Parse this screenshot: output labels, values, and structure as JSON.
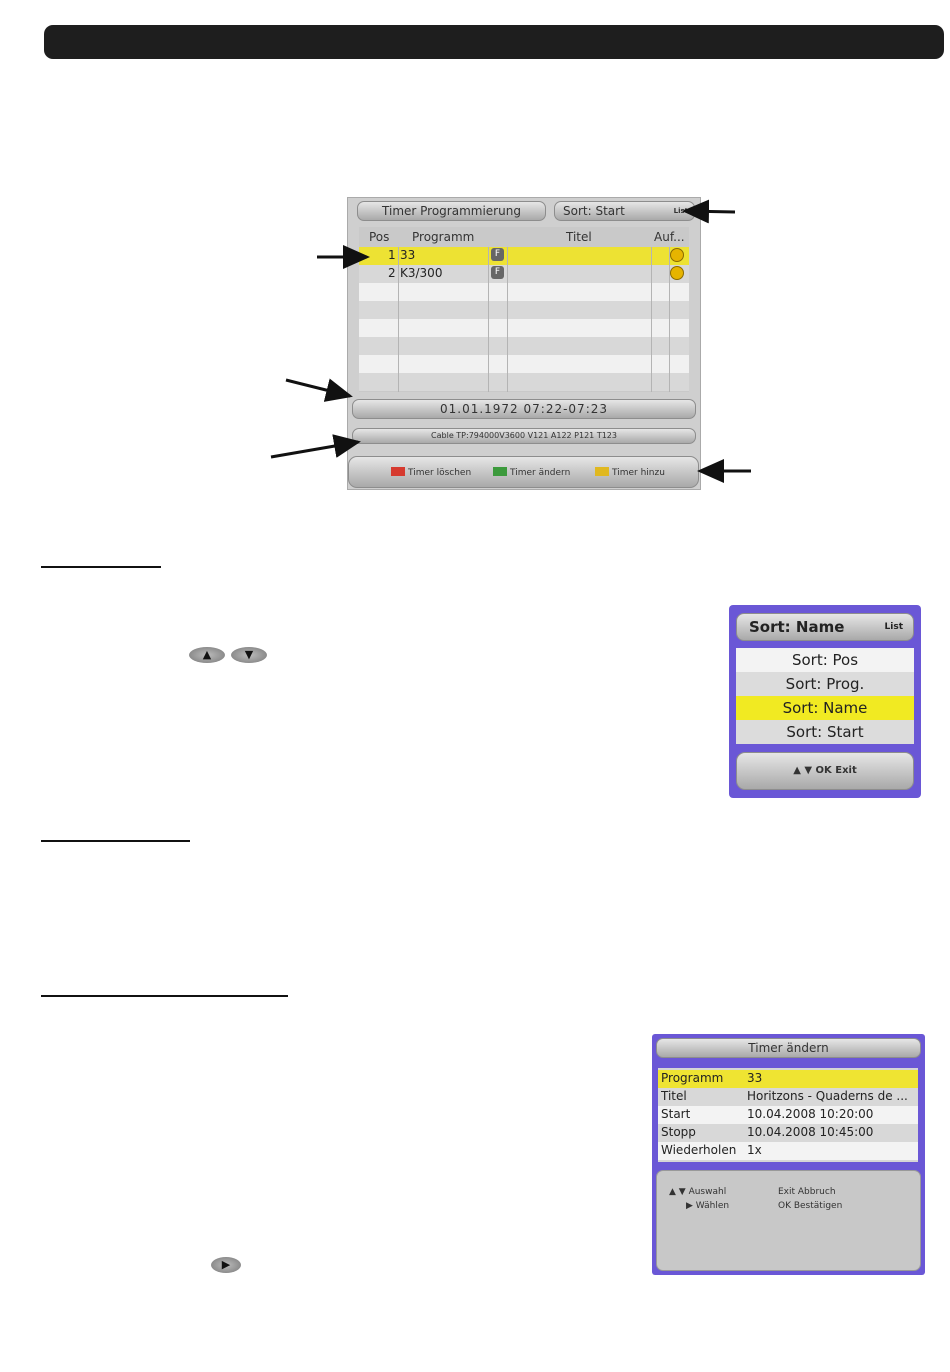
{
  "timer_screen": {
    "title": "Timer Programmierung",
    "sort_label": "Sort: Start",
    "sort_badge": "List",
    "columns": [
      "Pos",
      "Programm",
      "Titel",
      "Auf..."
    ],
    "rows": [
      {
        "pos": "1",
        "programm": "33",
        "icon": "F"
      },
      {
        "pos": "2",
        "programm": "K3/300",
        "icon": "F"
      }
    ],
    "date_range": "01.01.1972 07:22-07:23",
    "cable_info": "Cable TP:794000V3600 V121 A122 P121 T123",
    "buttons": [
      {
        "label": "Timer löschen",
        "color": "#d63a2f"
      },
      {
        "label": "Timer ändern",
        "color": "#3c9a3c"
      },
      {
        "label": "Timer hinzu",
        "color": "#e0b820"
      }
    ]
  },
  "sort_popup": {
    "header": "Sort: Name",
    "badge": "List",
    "options": [
      "Sort: Pos",
      "Sort: Prog.",
      "Sort: Name",
      "Sort: Start"
    ],
    "selected_index": 2,
    "footer": "▲ ▼ OK Exit"
  },
  "remote_keys": {
    "up": "▲",
    "down": "▼",
    "right": "▶"
  },
  "edit_popup": {
    "title": "Timer ändern",
    "rows": [
      {
        "label": "Programm",
        "value": "33"
      },
      {
        "label": "Titel",
        "value": "Horitzons - Quaderns de ..."
      },
      {
        "label": "Start",
        "value": "10.04.2008 10:20:00"
      },
      {
        "label": "Stopp",
        "value": "10.04.2008 10:45:00"
      },
      {
        "label": "Wiederholen",
        "value": "1x"
      }
    ],
    "hints": {
      "auswahl": "▲ ▼ Auswahl",
      "waehlen": "▶ Wählen",
      "abbruch": "Exit Abbruch",
      "bestaetigen": "OK Bestätigen"
    }
  },
  "colors": {
    "highlight": "#ede233",
    "popup_bg": "#6a57d6",
    "header_bar": "#1e1e1e"
  }
}
